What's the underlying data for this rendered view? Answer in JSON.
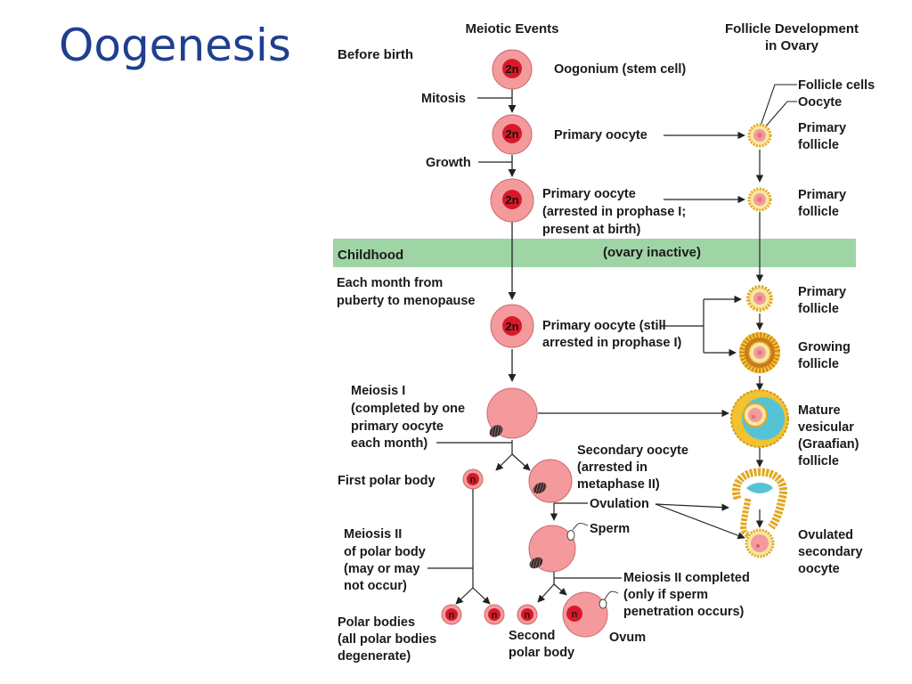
{
  "slide": {
    "title": "Oogenesis"
  },
  "colors": {
    "title": "#1f3f8f",
    "cell_fill": "#f59a9c",
    "nucleus_fill": "#d8192a",
    "childhood_band": "#9fd4a5",
    "follicle_yellow": "#f2c230",
    "follicle_antrum": "#55c3d6",
    "line": "#222222"
  },
  "headers": {
    "meiotic_events": "Meiotic Events",
    "follicle_line1": "Follicle Development",
    "follicle_line2": "in Ovary"
  },
  "stages": {
    "before_birth": "Before birth",
    "childhood": "Childhood",
    "ovary_inactive": "(ovary inactive)",
    "each_month": [
      "Each month from",
      "puberty to menopause"
    ]
  },
  "cell_labels": {
    "diploid": "2n",
    "haploid": "n",
    "oogonium": "Oogonium (stem cell)",
    "primary_oocyte_1": "Primary oocyte",
    "primary_oocyte_2": [
      "Primary oocyte",
      "(arrested in prophase I;",
      "present at birth)"
    ],
    "primary_oocyte_3": [
      "Primary oocyte (still",
      "arrested in prophase I)"
    ],
    "secondary_oocyte": [
      "Secondary oocyte",
      "(arrested in",
      "metaphase II)"
    ],
    "first_polar_body": "First polar body",
    "polar_bodies": [
      "Polar bodies",
      "(all polar bodies",
      "degenerate)"
    ],
    "second_polar_body": [
      "Second",
      "polar body"
    ],
    "ovum": "Ovum",
    "sperm": "Sperm"
  },
  "process_labels": {
    "mitosis": "Mitosis",
    "growth": "Growth",
    "meiosis_1": [
      "Meiosis I",
      "(completed by one",
      "primary oocyte",
      "each month)"
    ],
    "ovulation": "Ovulation",
    "meiosis_2_polar": [
      "Meiosis II",
      "of polar body",
      "(may or may",
      "not occur)"
    ],
    "meiosis_2_completed": [
      "Meiosis II completed",
      "(only if sperm",
      "penetration occurs)"
    ]
  },
  "follicle_labels": {
    "follicle_cells": "Follicle cells",
    "oocyte": "Oocyte",
    "primary_follicle": [
      "Primary",
      "follicle"
    ],
    "growing_follicle": [
      "Growing",
      "follicle"
    ],
    "mature_follicle": [
      "Mature",
      "vesicular",
      "(Graafian)",
      "follicle"
    ],
    "ovulated_oocyte": [
      "Ovulated",
      "secondary",
      "oocyte"
    ]
  }
}
